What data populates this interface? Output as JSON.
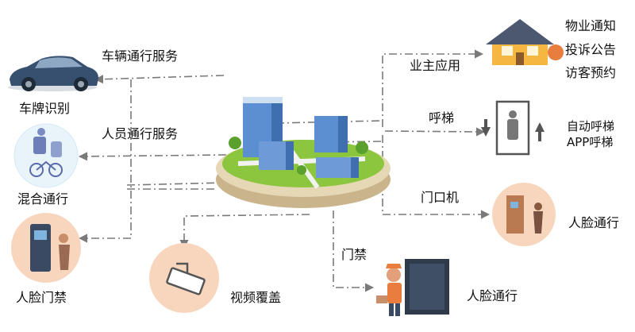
{
  "connections": {
    "vehicle_service": "车辆通行服务",
    "person_service": "人员通行服务",
    "owner_app": "业主应用",
    "elevator_call": "呼梯",
    "intercom": "门口机",
    "access_control": "门禁"
  },
  "nodes": {
    "plate_recognition": "车牌识别",
    "mixed_passage": "混合通行",
    "face_access_left": "人脸门禁",
    "video_coverage": "视频覆盖",
    "face_passage_bottom": "人脸通行",
    "face_passage_right": "人脸通行"
  },
  "owner_app_items": [
    "物业通知",
    "投诉公告",
    "访客预约"
  ],
  "elevator_items": [
    "自动呼梯",
    "APP呼梯"
  ],
  "colors": {
    "connector": "#7a7a7a",
    "peach": "#f8d6bd",
    "cyan_circle": "#e8f4fa",
    "building_blue": "#5b8fd1",
    "grass": "#8cc63f",
    "platform": "#e6d7b5",
    "house": "#f5b642",
    "roof": "#4b5870",
    "car": "#37506f"
  },
  "icons": [
    "car-icon",
    "mixed-passage-icon",
    "face-door-icon",
    "city-platform-icon",
    "house-icon",
    "elevator-icon",
    "camera-icon",
    "worker-door-icon",
    "face-door-right-icon"
  ]
}
